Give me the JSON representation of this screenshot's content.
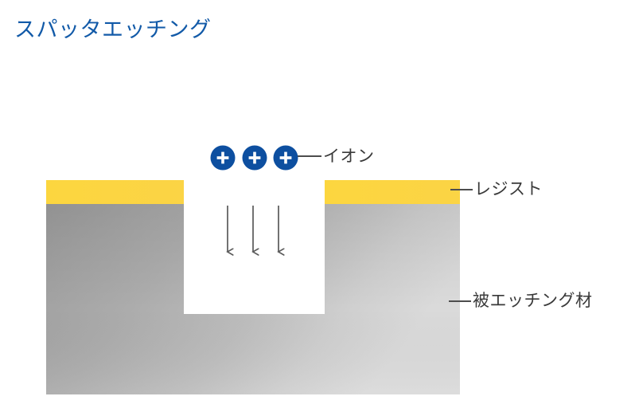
{
  "title": "スパッタエッチング",
  "diagram": {
    "type": "cross-section-process-diagram",
    "labels": {
      "ion": "イオン",
      "resist": "レジスト",
      "etched_material": "被エッチング材"
    },
    "icons": {
      "ion_particle": "plus-circle-icon",
      "ion_direction": "down-arrow-icon"
    },
    "counts": {
      "ion_particles": 3,
      "direction_arrows": 3
    },
    "colors": {
      "title": "#125aa8",
      "ion": "#0d4fa0",
      "resist": "#fbd542",
      "etched_material_light": "#d9d9d9",
      "etched_material_dark": "#9e9e9e",
      "arrow": "#5a5a5a",
      "leader_line": "#4d4d4d",
      "label_text": "#3a3a3a",
      "background": "#ffffff"
    }
  }
}
